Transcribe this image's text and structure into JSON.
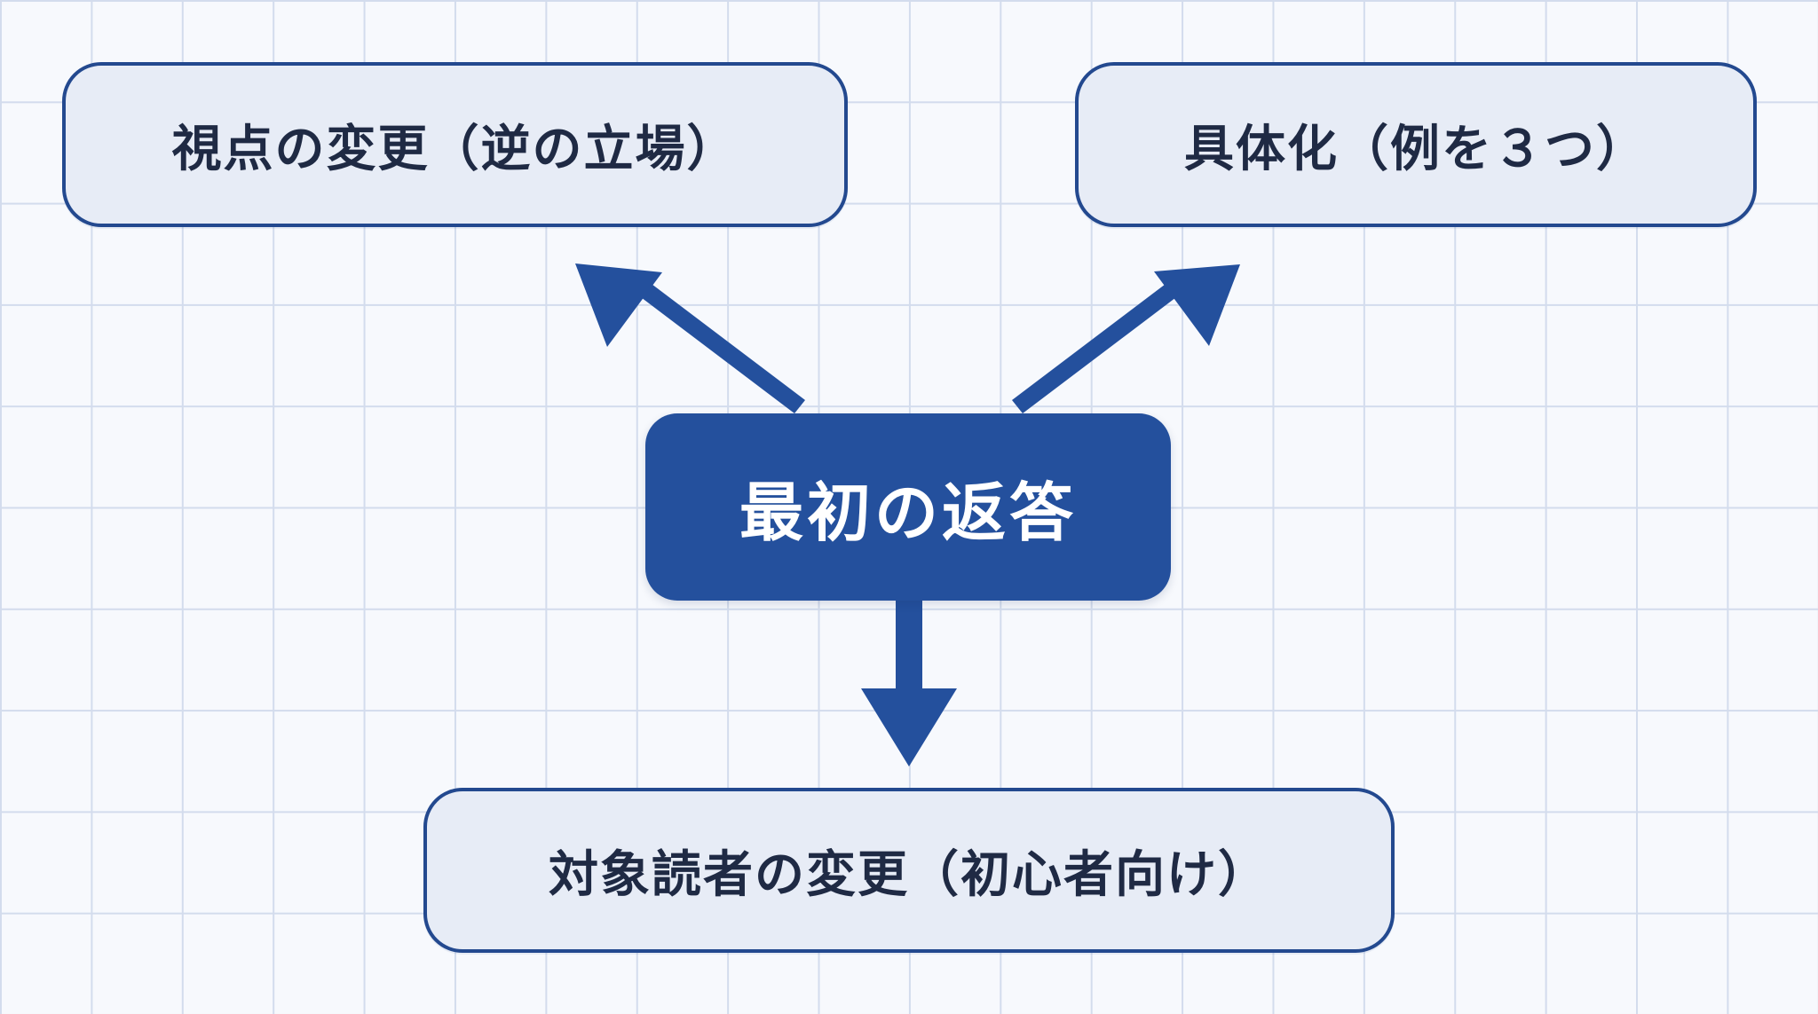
{
  "diagram": {
    "center": {
      "label": "最初の返答"
    },
    "branches": [
      {
        "label": "視点の変更（逆の立場）"
      },
      {
        "label": "具体化（例を３つ）"
      },
      {
        "label": "対象読者の変更（初心者向け）"
      }
    ]
  },
  "colors": {
    "accent": "#24509d",
    "node_fill": "#e7ecf6",
    "node_border": "#23498f",
    "node_text": "#1f2a44",
    "grid_line": "#d3dced",
    "background": "#f7f9fd"
  }
}
